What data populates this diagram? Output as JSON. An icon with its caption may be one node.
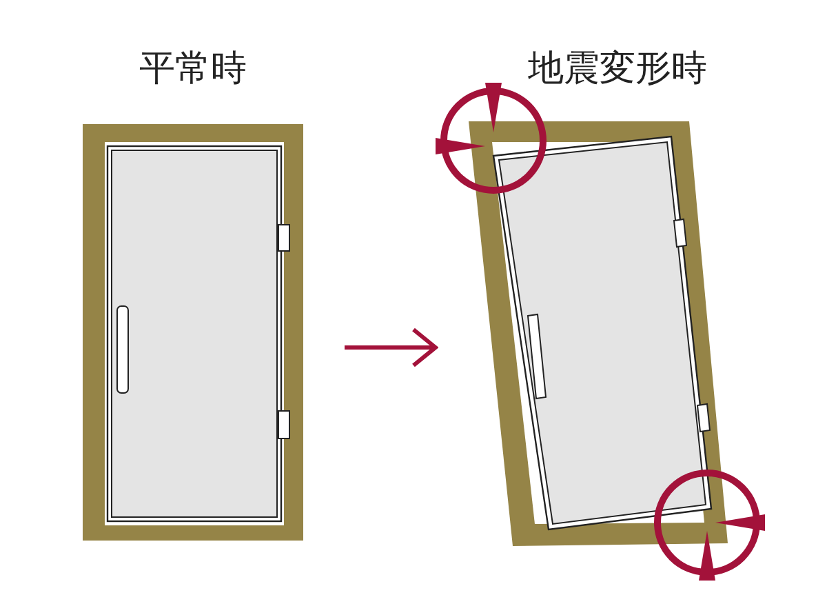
{
  "diagram": {
    "nodes": [
      {
        "text": [
          "平常時"
        ]
      },
      {
        "text": [
          "地震変形時"
        ]
      }
    ],
    "edges": [
      {
        "from": 0,
        "to": 1,
        "arrow": "to"
      }
    ]
  }
}
